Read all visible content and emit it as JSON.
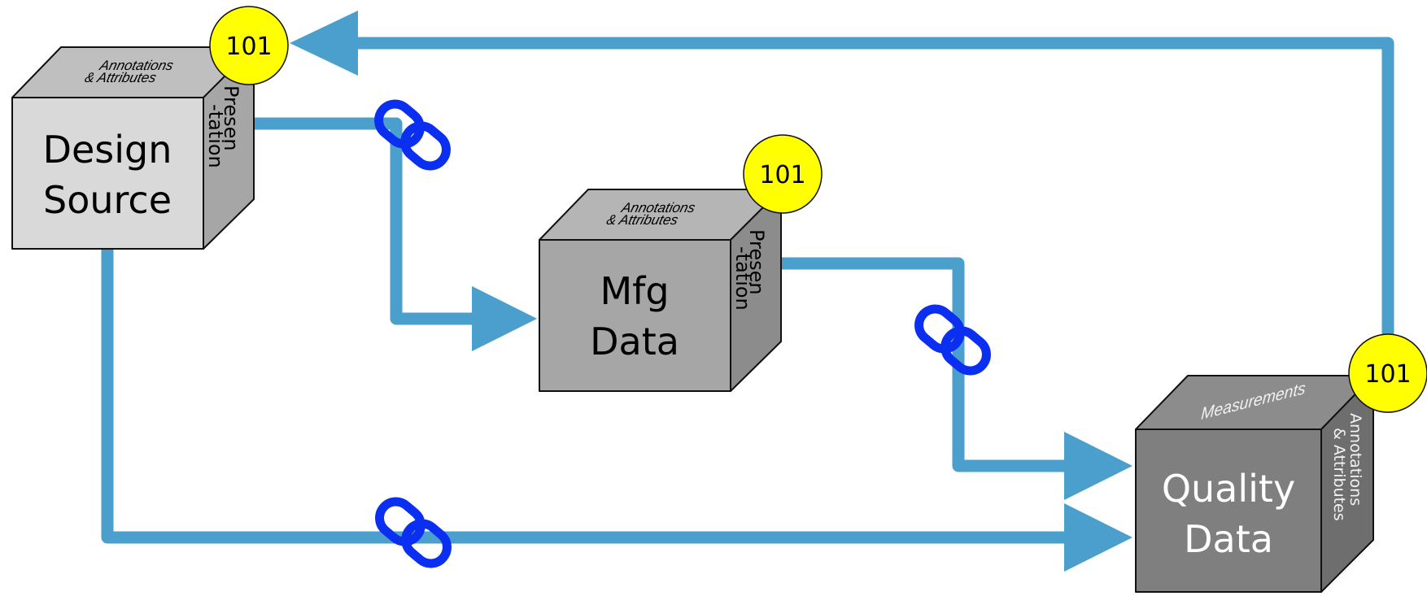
{
  "colors": {
    "flow": "#4b9fcc",
    "link": "#0a2ff0",
    "badge": "#ffff00",
    "outline": "#111111"
  },
  "icons": {
    "link": "chain-link-icon",
    "arrow": "arrowhead-icon"
  },
  "nodes": {
    "design_source": {
      "line1": "Design",
      "line2": "Source",
      "top_line1": "Annotations",
      "top_line2": "& Attributes",
      "side_line1": "Presen",
      "side_line2": "-tation",
      "badge": "101",
      "colors": {
        "front": "#d9d9d9",
        "top": "#bfbfbf",
        "side": "#a6a6a6",
        "text": "#000000"
      }
    },
    "mfg_data": {
      "line1": "Mfg",
      "line2": "Data",
      "top_line1": "Annotations",
      "top_line2": "& Attributes",
      "side_line1": "Presen",
      "side_line2": "-tation",
      "badge": "101",
      "colors": {
        "front": "#a6a6a6",
        "top": "#b5b5b5",
        "side": "#8c8c8c",
        "text": "#000000"
      }
    },
    "quality_data": {
      "line1": "Quality",
      "line2": "Data",
      "top_line1": "Measurements",
      "side_line1": "Annotations",
      "side_line2": "& Attributes",
      "badge": "101",
      "colors": {
        "front": "#7f7f7f",
        "top": "#8c8c8c",
        "side": "#6e6e6e",
        "text": "#ffffff"
      }
    }
  }
}
